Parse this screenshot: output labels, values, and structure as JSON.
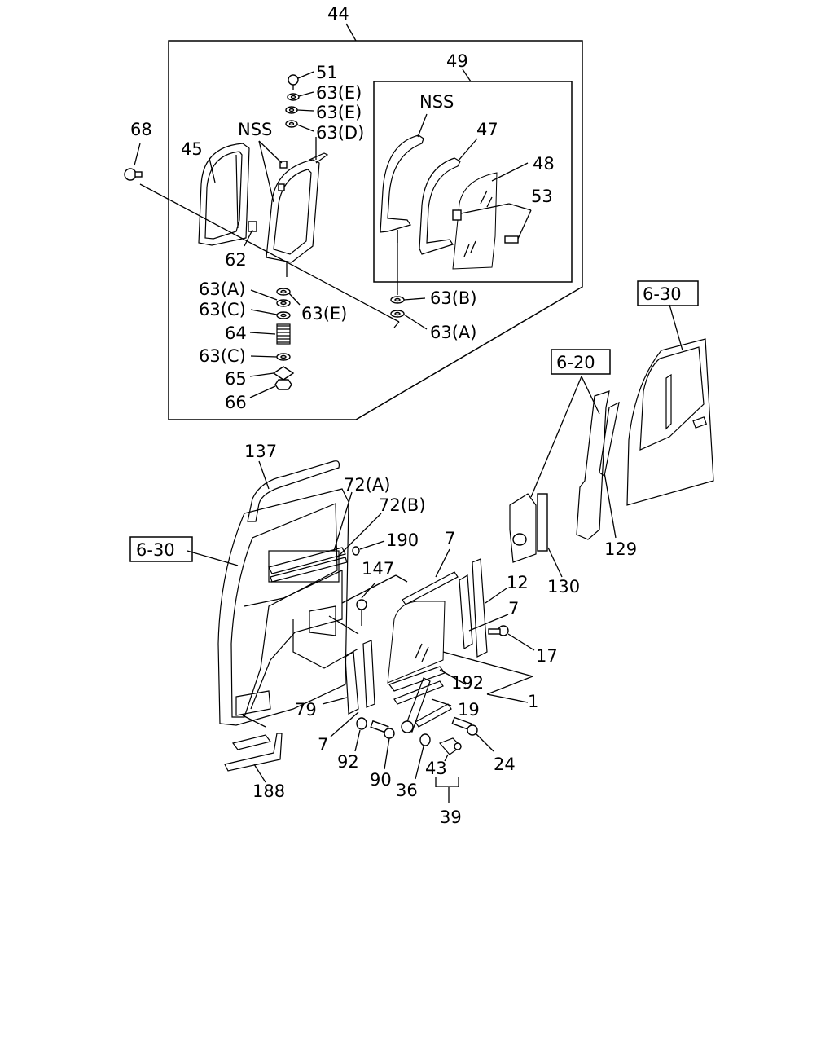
{
  "callouts": [
    {
      "key": "c44",
      "text": "44"
    },
    {
      "key": "c49",
      "text": "49"
    },
    {
      "key": "c51",
      "text": "51"
    },
    {
      "key": "c63e1",
      "text": "63(E)"
    },
    {
      "key": "c63e2",
      "text": "63(E)"
    },
    {
      "key": "c63d",
      "text": "63(D)"
    },
    {
      "key": "c68",
      "text": "68"
    },
    {
      "key": "cnss1",
      "text": "NSS"
    },
    {
      "key": "cnss2",
      "text": "NSS"
    },
    {
      "key": "c45",
      "text": "45"
    },
    {
      "key": "c47",
      "text": "47"
    },
    {
      "key": "c48",
      "text": "48"
    },
    {
      "key": "c53",
      "text": "53"
    },
    {
      "key": "c62",
      "text": "62"
    },
    {
      "key": "c63a1",
      "text": "63(A)"
    },
    {
      "key": "c63c1",
      "text": "63(C)"
    },
    {
      "key": "c63e3",
      "text": "63(E)"
    },
    {
      "key": "c63b",
      "text": "63(B)"
    },
    {
      "key": "c63a2",
      "text": "63(A)"
    },
    {
      "key": "c64",
      "text": "64"
    },
    {
      "key": "c63c2",
      "text": "63(C)"
    },
    {
      "key": "c65",
      "text": "65"
    },
    {
      "key": "c66",
      "text": "66"
    },
    {
      "key": "c137",
      "text": "137"
    },
    {
      "key": "c72a",
      "text": "72(A)"
    },
    {
      "key": "c72b",
      "text": "72(B)"
    },
    {
      "key": "c190",
      "text": "190"
    },
    {
      "key": "c147",
      "text": "147"
    },
    {
      "key": "c7a",
      "text": "7"
    },
    {
      "key": "c12",
      "text": "12"
    },
    {
      "key": "c7b",
      "text": "7"
    },
    {
      "key": "c17",
      "text": "17"
    },
    {
      "key": "c192",
      "text": "192"
    },
    {
      "key": "c1",
      "text": "1"
    },
    {
      "key": "c19",
      "text": "19"
    },
    {
      "key": "c79",
      "text": "79"
    },
    {
      "key": "c7c",
      "text": "7"
    },
    {
      "key": "c92",
      "text": "92"
    },
    {
      "key": "c90",
      "text": "90"
    },
    {
      "key": "c36",
      "text": "36"
    },
    {
      "key": "c43",
      "text": "43"
    },
    {
      "key": "c24",
      "text": "24"
    },
    {
      "key": "c39",
      "text": "39"
    },
    {
      "key": "c188",
      "text": "188"
    },
    {
      "key": "c129",
      "text": "129"
    },
    {
      "key": "c130",
      "text": "130"
    }
  ],
  "references": [
    {
      "key": "ref630a",
      "text": "6-30"
    },
    {
      "key": "ref620",
      "text": "6-20"
    },
    {
      "key": "ref630b",
      "text": "6-30"
    }
  ]
}
